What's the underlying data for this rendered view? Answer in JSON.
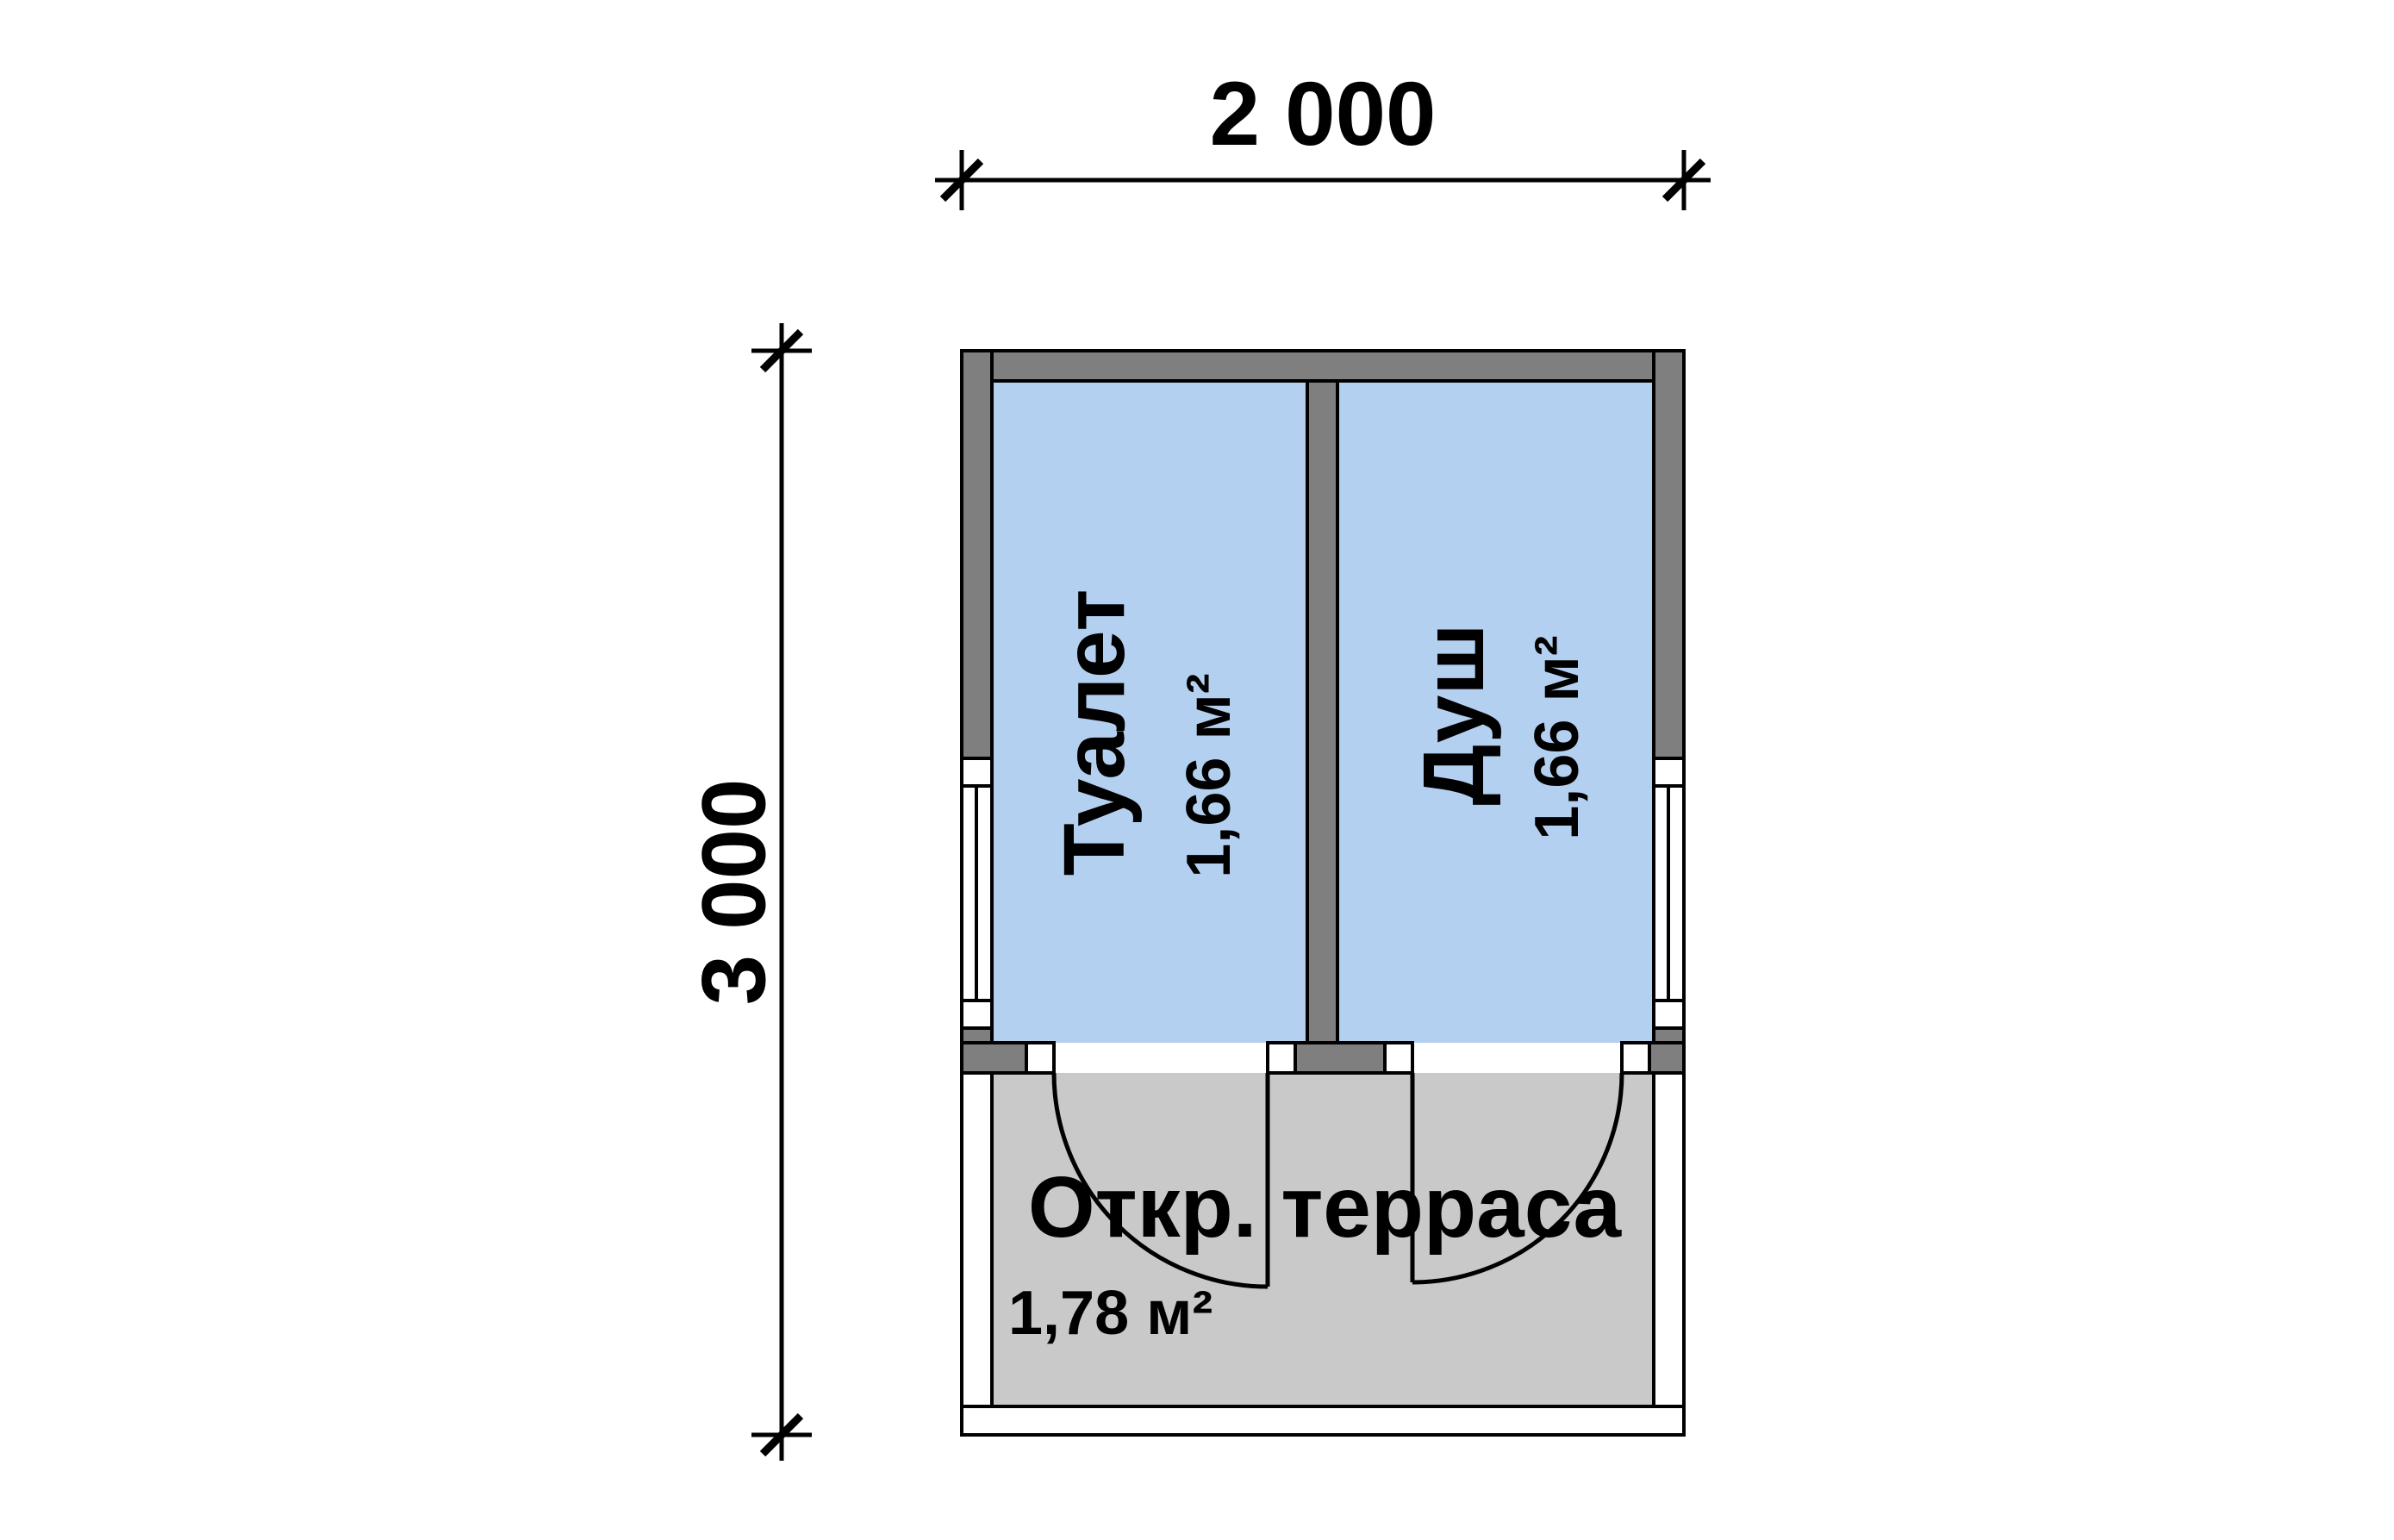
{
  "dimensions": {
    "top_label": "2 000",
    "left_label": "3 000"
  },
  "rooms": {
    "toilet": {
      "name": "Туалет",
      "area": "1,66 м²"
    },
    "shower": {
      "name": "Душ",
      "area": "1,66 м²"
    },
    "terrace": {
      "name": "Откр. терраса",
      "area": "1,78 м²"
    }
  },
  "colors": {
    "room_fill": "#b4d0f0",
    "terrace_fill": "#c9c9c9",
    "wall_fill": "#7f7f7f",
    "line": "#000000",
    "background": "#ffffff"
  }
}
